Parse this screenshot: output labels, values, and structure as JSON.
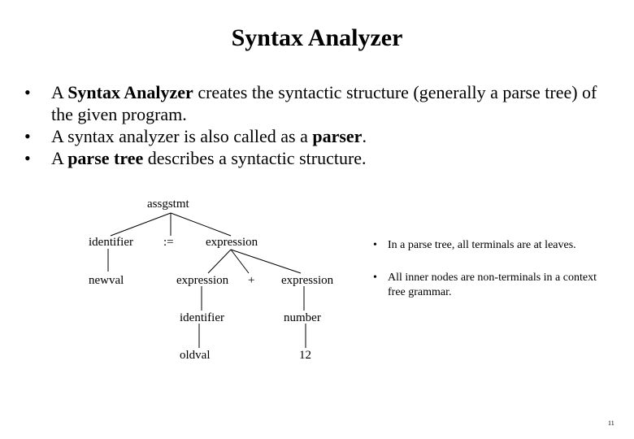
{
  "title": "Syntax Analyzer",
  "bullets": [
    {
      "pre": "A ",
      "bold": "Syntax Analyzer",
      "post": " creates the syntactic structure (generally a parse tree) of the given program."
    },
    {
      "pre": "A syntax analyzer is also called as a ",
      "bold": "parser",
      "post": "."
    },
    {
      "pre": "A ",
      "bold": "parse tree",
      "post": " describes a syntactic structure."
    }
  ],
  "bullet_glyph": "•",
  "tree": {
    "root": "assgstmt",
    "identifier_1": "identifier",
    "assign_op": ":=",
    "expression_1": "expression",
    "newval": "newval",
    "expression_2": "expression",
    "plus": "+",
    "expression_3": "expression",
    "identifier_2": "identifier",
    "number": "number",
    "oldval": "oldval",
    "twelve": "12"
  },
  "side_notes": [
    "In a parse tree, all terminals are at leaves.",
    "All inner nodes are non-terminals in a context free grammar."
  ],
  "page_number": "11"
}
